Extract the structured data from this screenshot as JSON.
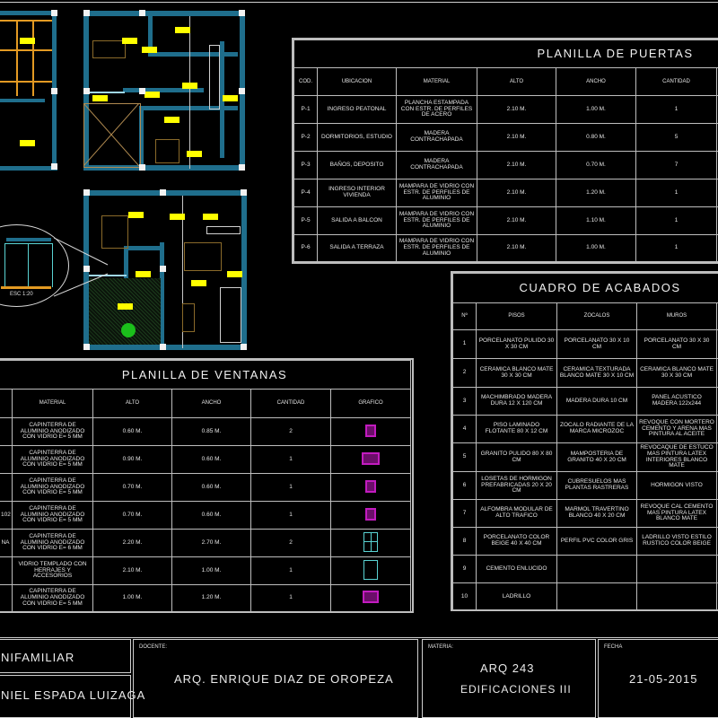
{
  "drawing": {
    "background": "#000000",
    "wall_color": "#1f6e8c",
    "tag_color": "#ffff00",
    "window_graphic_color": "#c21bbf",
    "glass_graphic_color": "#5ad3d3",
    "detail_label": "ESC 1:20"
  },
  "puertas": {
    "title": "PLANILLA DE PUERTAS",
    "headers": [
      "COD.",
      "UBICACION",
      "MATERIAL",
      "ALTO",
      "ANCHO",
      "CANTIDAD"
    ],
    "rows": [
      {
        "cod": "P-1",
        "ubicacion": "INGRESO PEATONAL",
        "material": "PLANCHA ESTAMPADA CON ESTR. DE PERFILES DE ACERO",
        "alto": "2.10 M.",
        "ancho": "1.00 M.",
        "cantidad": "1"
      },
      {
        "cod": "P-2",
        "ubicacion": "DORMITORIOS, ESTUDIO",
        "material": "MADERA CONTRACHAPADA",
        "alto": "2.10 M.",
        "ancho": "0.80 M.",
        "cantidad": "5"
      },
      {
        "cod": "P-3",
        "ubicacion": "BAÑOS, DEPOSITO",
        "material": "MADERA CONTRACHAPADA",
        "alto": "2.10 M.",
        "ancho": "0.70 M.",
        "cantidad": "7"
      },
      {
        "cod": "P-4",
        "ubicacion": "INGRESO INTERIOR VIVIENDA",
        "material": "MAMPARA DE VIDRIO CON ESTR. DE PERFILES DE ALUMINIO",
        "alto": "2.10 M.",
        "ancho": "1.20 M.",
        "cantidad": "1"
      },
      {
        "cod": "P-5",
        "ubicacion": "SALIDA A BALCON",
        "material": "MAMPARA DE VIDRIO CON ESTR. DE PERFILES DE ALUMINIO",
        "alto": "2.10 M.",
        "ancho": "1.10 M.",
        "cantidad": "1"
      },
      {
        "cod": "P-6",
        "ubicacion": "SALIDA A TERRAZA",
        "material": "MAMPARA DE VIDRIO CON ESTR. DE PERFILES DE ALUMINIO",
        "alto": "2.10 M.",
        "ancho": "1.00 M.",
        "cantidad": "1"
      }
    ]
  },
  "acabados": {
    "title": "CUADRO DE ACABADOS",
    "headers": [
      "Nº",
      "PISOS",
      "ZOCALOS",
      "MUROS"
    ],
    "rows": [
      {
        "n": "1",
        "pisos": "PORCELANATO PULIDO 30 X 30 CM",
        "zocalos": "PORCELANATO 30 X 10 CM",
        "muros": "PORCELANATO 30 X 30 CM"
      },
      {
        "n": "2",
        "pisos": "CERAMICA BLANCO MATE 30 X 30 CM",
        "zocalos": "CERAMICA TEXTURADA BLANCO MATE 30 X 10 CM",
        "muros": "CERAMICA BLANCO MATE 30 X 30 CM"
      },
      {
        "n": "3",
        "pisos": "MACHIMBRADO MADERA DURA 12 X 120 CM",
        "zocalos": "MADERA DURA 10 CM",
        "muros": "PANEL ACUSTICO MADERA 122x244"
      },
      {
        "n": "4",
        "pisos": "PISO LAMINADO FLOTANTE 80 X 12 CM",
        "zocalos": "ZOCALO RADIANTE DE LA MARCA MICROZOC",
        "muros": "REVOQUE CON MORTERO CEMENTO Y ARENA MAS PINTURA AL ACEITE"
      },
      {
        "n": "5",
        "pisos": "GRANITO PULIDO 80 X 80 CM",
        "zocalos": "MAMPOSTERIA DE GRANITO 40 X 20 CM",
        "muros": "REVOCAQUE DE ESTUCO MAS PINTURA LATEX INTERIORES BLANCO MATE"
      },
      {
        "n": "6",
        "pisos": "LOSETAS DE HORMIGON PREFABRICADAS 20 X 20 CM",
        "zocalos": "CUBRESUELOS MAS PLANTAS RASTRERAS",
        "muros": "HORMIGON VISTO"
      },
      {
        "n": "7",
        "pisos": "ALFOMBRA MODULAR DE ALTO TRAFICO",
        "zocalos": "MARMOL TRAVERTINO BLANCO 40 X 20 CM",
        "muros": "REVOQUE CAL CEMENTO MAS PINTURA LATEX BLANCO MATE"
      },
      {
        "n": "8",
        "pisos": "PORCELANATO COLOR BEIGE 40 X 40 CM",
        "zocalos": "PERFIL PVC COLOR GRIS",
        "muros": "LADRILLO VISTO ESTILO RUSTICO COLOR BEIGE"
      },
      {
        "n": "9",
        "pisos": "CEMENTO ENLUCIDO",
        "zocalos": "",
        "muros": ""
      },
      {
        "n": "10",
        "pisos": "LADRILLO",
        "zocalos": "",
        "muros": ""
      }
    ]
  },
  "ventanas": {
    "title": "PLANILLA DE VENTANAS",
    "headers": [
      "",
      "MATERIAL",
      "ALTO",
      "ANCHO",
      "CANTIDAD",
      "GRAFICO"
    ],
    "rows": [
      {
        "ubic": "",
        "material": "CAPINTERRA DE ALUMINIO ANODIZADO CON VIDRIO E= 5 MM",
        "alto": "0.60 M.",
        "ancho": "0.85 M.",
        "cantidad": "2",
        "grafico": "single-window-magenta"
      },
      {
        "ubic": "",
        "material": "CAPINTERRA DE ALUMINIO ANODIZADO CON VIDRIO E= 5 MM",
        "alto": "0.90 M.",
        "ancho": "0.60 M.",
        "cantidad": "1",
        "grafico": "double-window-magenta"
      },
      {
        "ubic": "",
        "material": "CAPINTERRA DE ALUMINIO ANODIZADO CON VIDRIO E= 5 MM",
        "alto": "0.70 M.",
        "ancho": "0.60 M.",
        "cantidad": "1",
        "grafico": "single-window-magenta"
      },
      {
        "ubic": "102",
        "material": "CAPINTERRA DE ALUMINIO ANODIZADO CON VIDRIO E= 5 MM",
        "alto": "0.70 M.",
        "ancho": "0.60 M.",
        "cantidad": "1",
        "grafico": "single-window-magenta"
      },
      {
        "ubic": "NA",
        "material": "CAPINTERRA DE ALUMINIO ANODIZADO CON VIDRIO E= 6 MM",
        "alto": "2.20 M.",
        "ancho": "2.70 M.",
        "cantidad": "2",
        "grafico": "four-pane-window-cyan"
      },
      {
        "ubic": "",
        "material": "VIDRIO TEMPLADO CON HERRAJES Y ACCESORIOS",
        "alto": "2.10 M.",
        "ancho": "1.00 M.",
        "cantidad": "1",
        "grafico": "glass-panel-cyan"
      },
      {
        "ubic": "",
        "material": "CAPINTERRA DE ALUMINIO ANODIZADO CON VIDRIO E= 5 MM",
        "alto": "1.00 M.",
        "ancho": "1.20 M.",
        "cantidad": "1",
        "grafico": "double-window-magenta"
      }
    ]
  },
  "title_block": {
    "project": "NIFAMILIAR",
    "student": "NIEL ESPADA LUIZAGA",
    "docente_label": "DOCENTE:",
    "docente": "ARQ. ENRIQUE DIAZ DE OROPEZA",
    "materia_label": "MATERIA:",
    "materia_code": "ARQ 243",
    "materia_name": "EDIFICACIONES III",
    "fecha_label": "FECHA",
    "fecha": "21-05-2015"
  }
}
